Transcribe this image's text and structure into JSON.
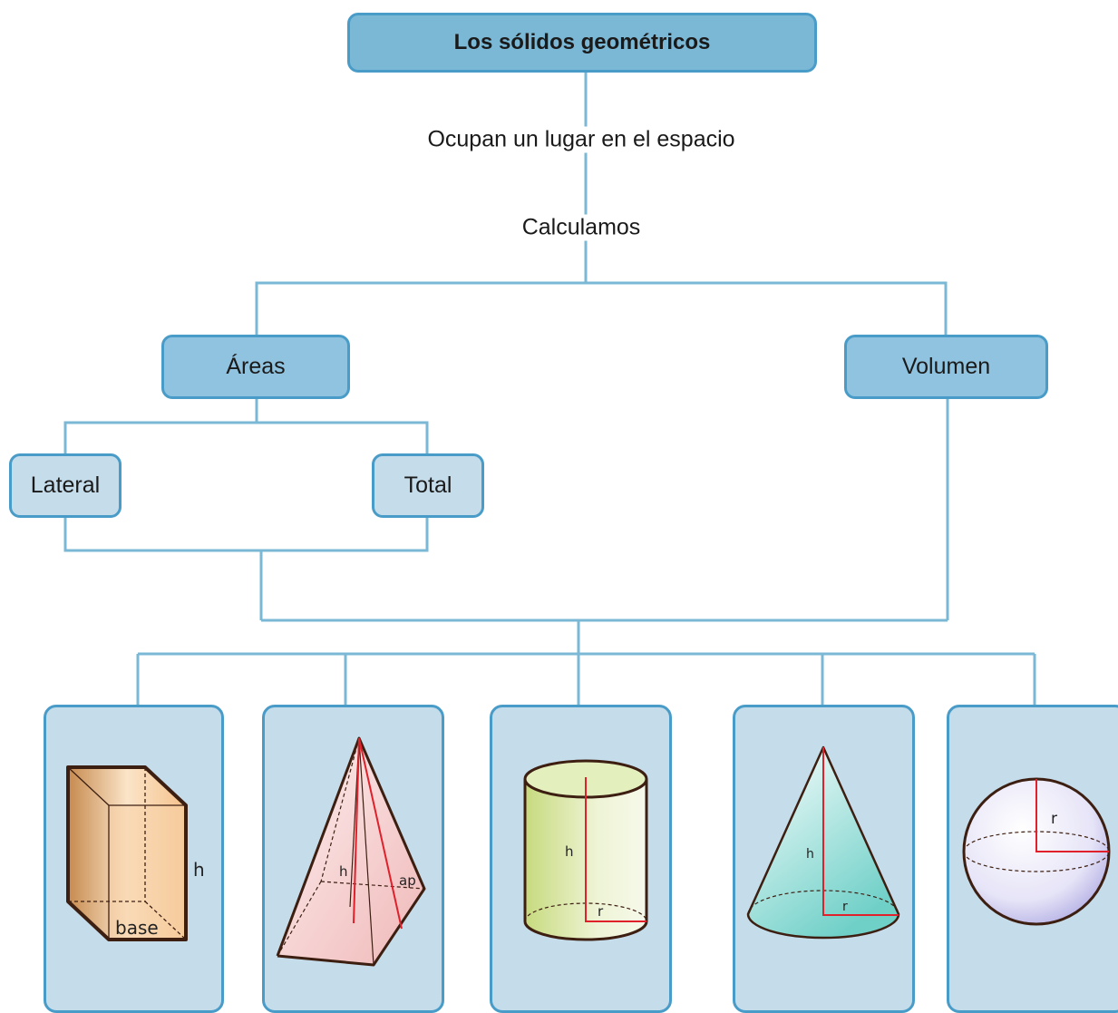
{
  "title": "Los sólidos geométricos",
  "connector_1": "Ocupan un lugar en el espacio",
  "connector_2": "Calculamos",
  "areas": "Áreas",
  "volumen": "Volumen",
  "lateral": "Lateral",
  "total": "Total",
  "solids": [
    {
      "name": "prism",
      "labels": {
        "height": "h",
        "base": "base"
      }
    },
    {
      "name": "pyramid",
      "labels": {
        "height": "h",
        "apothem": "ap"
      }
    },
    {
      "name": "cylinder",
      "labels": {
        "height": "h",
        "radius": "r"
      }
    },
    {
      "name": "cone",
      "labels": {
        "height": "h",
        "radius": "r"
      }
    },
    {
      "name": "sphere",
      "labels": {
        "radius": "r"
      }
    }
  ],
  "colors": {
    "connector_line": "#7ab8d6",
    "title_fill": "#7ab8d6",
    "box_fill": "#8fc3df",
    "small_fill": "#c5dcea",
    "card_fill": "#c5dcea",
    "border": "#4a9cc8",
    "measure_red": "#e0202a"
  }
}
